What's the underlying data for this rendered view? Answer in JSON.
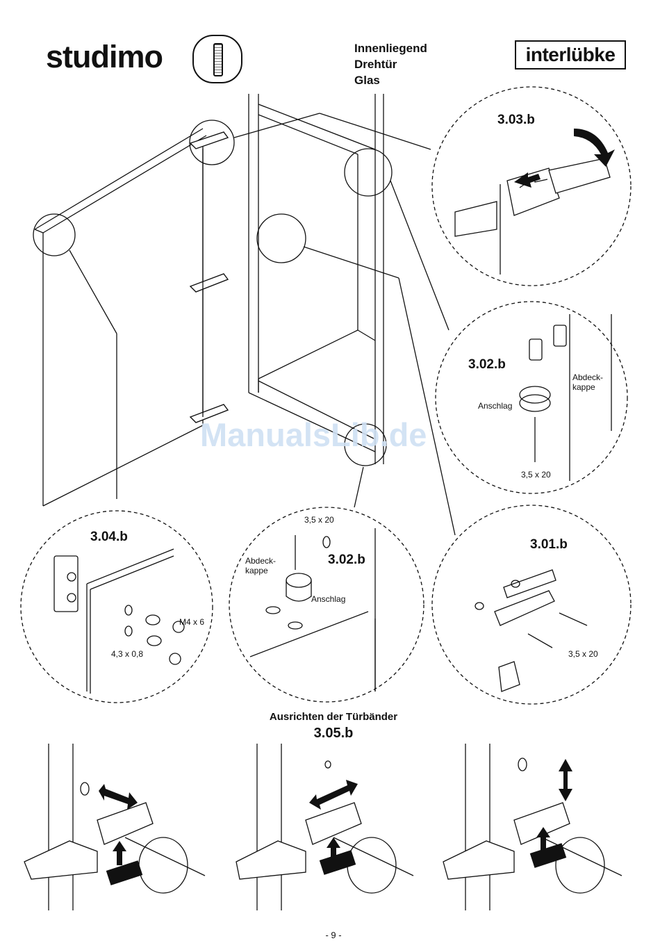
{
  "header": {
    "brand": "studimo",
    "product_lines": [
      "Innenliegend",
      "Drehtür",
      "Glas"
    ],
    "maker": "interlübke"
  },
  "watermark": "ManualsLib.de",
  "details": {
    "d303": {
      "label": "3.03.b"
    },
    "d302_top": {
      "label": "3.02.b",
      "cap_label": "Abdeck-\nkappe",
      "stop_label": "Anschlag",
      "screw_label": "3,5 x 20"
    },
    "d304": {
      "label": "3.04.b",
      "bolt_label": "M4 x 6",
      "washer_label": "4,3 x 0,8"
    },
    "d302_bottom": {
      "label": "3.02.b",
      "screw_label": "3,5 x 20",
      "cap_label": "Abdeck-\nkappe",
      "stop_label": "Anschlag"
    },
    "d301": {
      "label": "3.01.b",
      "screw_label": "3,5 x 20"
    }
  },
  "alignment": {
    "title": "Ausrichten der Türbänder",
    "step": "3.05.b"
  },
  "page_number": "- 9 -"
}
